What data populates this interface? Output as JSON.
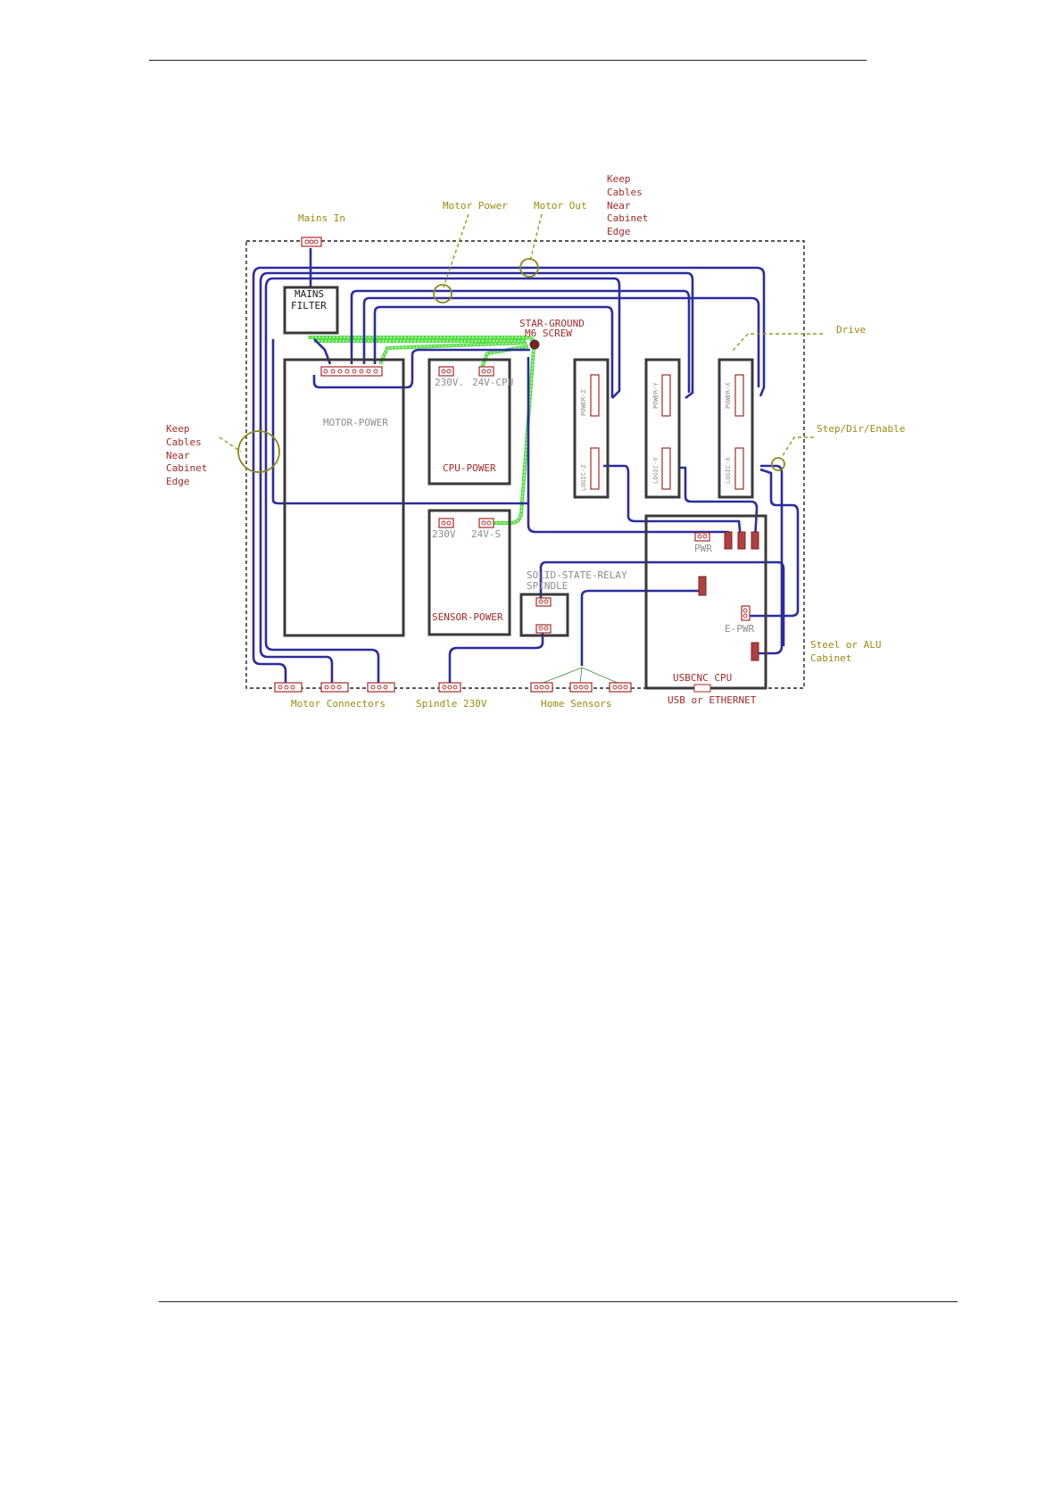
{
  "labels": {
    "mains_in": "Mains In",
    "motor_power": "Motor Power",
    "motor_out": "Motor Out",
    "keep_cables_top": [
      "Keep",
      "Cables",
      "Near",
      "Cabinet",
      "Edge"
    ],
    "keep_cables_left": [
      "Keep",
      "Cables",
      "Near",
      "Cabinet",
      "Edge"
    ],
    "mains_filter": [
      "MAINS",
      "FILTER"
    ],
    "star_ground": [
      "STAR-GROUND",
      "M6 SCREW"
    ],
    "drive": "Drive",
    "step_dir_enable": "Step/Dir/Enable",
    "motor_power_block": "MOTOR-POWER",
    "cpu_power_block": "CPU-POWER",
    "cpu_230": "230V.",
    "cpu_24": "24V-CPU",
    "sensor_power_block": "SENSOR-POWER",
    "sensor_230": "230V",
    "sensor_24": "24V-S",
    "ssr": [
      "SOLID-STATE-RELAY",
      "SPINDLE"
    ],
    "pwr": "PWR",
    "e_pwr": "E-PWR",
    "usbcnc_cpu": "USBCNC CPU",
    "usb_ethernet": "USB or ETHERNET",
    "steel_alu": [
      "Steel or ALU",
      "Cabinet"
    ],
    "motor_connectors": "Motor Connectors",
    "spindle_230": "Spindle 230V",
    "home_sensors": "Home Sensors",
    "drive_z_power": "POWER-Z",
    "drive_z_logic": "LOGIC-Z",
    "drive_y_power": "POWER-Y",
    "drive_y_logic": "LOGIC-Y",
    "drive_x_power": "POWER-X",
    "drive_x_logic": "LOGIC-X"
  },
  "colors": {
    "wire": "#2c2ca0",
    "ground": "#55dd44",
    "label_brown": "#a52a2a",
    "label_olive": "#9a8a10"
  }
}
